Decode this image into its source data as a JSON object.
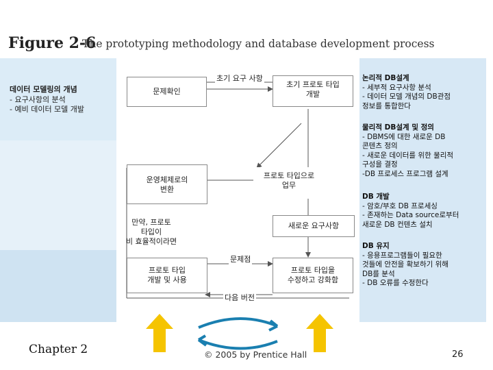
{
  "header": {
    "figure_label": "Figure 2-6",
    "caption": "The prototyping methodology and database development process"
  },
  "left_panel": {
    "title": "데이터 모델링의 개념",
    "items": [
      "- 요구사항의 분석",
      "- 예비 데이터 모델 개발"
    ]
  },
  "diagram": {
    "initial_requirements": "초기 요구 사항",
    "identify_problem": "문제확인",
    "initial_prototype": [
      "초기 프로토 타입",
      "개발"
    ],
    "convert_to_os": [
      "운영체제로의",
      "변환"
    ],
    "prototype_work": [
      "프로토 타입으로",
      "업무"
    ],
    "if_inefficient": [
      "만약, 프로토",
      "타입이",
      "비 효율적이라면"
    ],
    "new_requirements": "새로운 요구사항",
    "problems": "문제점",
    "develop_use": [
      "프로토 타입",
      "개발 및 사용"
    ],
    "revise_enhance": [
      "프로토 타입을",
      "수정하고 강화함"
    ],
    "next_version": "다음 버전"
  },
  "right_panel": {
    "sections": [
      {
        "title": "논리적 DB설계",
        "lines": [
          "- 세부적 요구사항 분석",
          "- 데이터 모델 개념의 DB관점",
          "정보를 통합한다"
        ]
      },
      {
        "title": "물리적 DB설계 및 정의",
        "lines": [
          "- DBMS에 대한 새로운 DB",
          "콘텐츠 정의",
          "- 새로운 데이터를 위한 물리적",
          "구성을 결정",
          "-DB 프로세스 프로그램 설계"
        ]
      },
      {
        "title": "DB 개발",
        "lines": [
          "- 암호/부호 DB 프로세싱",
          "- 존재하는 Data source로부터",
          "새로운 DB 컨텐츠 설치"
        ]
      },
      {
        "title": "DB 유지",
        "lines": [
          "- 응용프로그램들이 필요한",
          "것들에 안전을 확보하기 위해",
          "DB를 분석",
          "- DB 오류를 수정한다"
        ]
      }
    ]
  },
  "footer": {
    "chapter": "Chapter 2",
    "copyright": "© 2005 by Prentice Hall",
    "page": "26"
  },
  "colors": {
    "panel_blue": "#cfe3f2",
    "arrow_yellow": "#f5c400",
    "arrow_blue": "#1a7fb0",
    "line_gray": "#555555"
  }
}
